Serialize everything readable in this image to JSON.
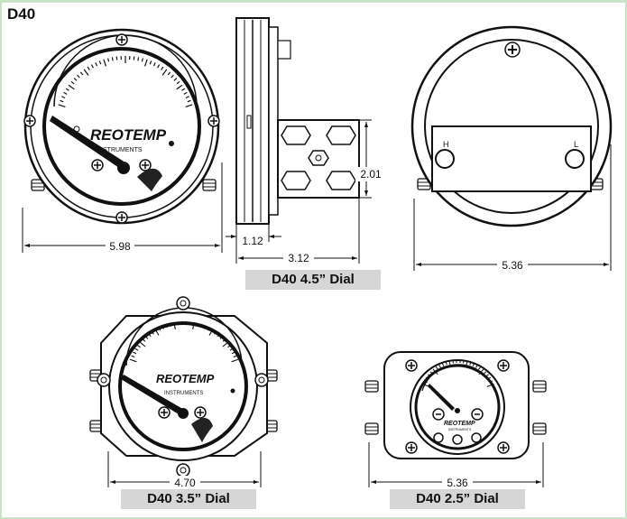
{
  "title": "D40",
  "brand": "REOTEMP",
  "brand_sub": "INSTRUMENTS",
  "port_high": "H",
  "port_low": "L",
  "captions": {
    "dial_45": "D40 4.5” Dial",
    "dial_35": "D40 3.5” Dial",
    "dial_25": "D40 2.5” Dial"
  },
  "dimensions": {
    "front_45_width": "5.98",
    "side_height": "2.01",
    "side_depth_short": "1.12",
    "side_depth_long": "3.12",
    "back_width": "5.36",
    "front_35_width": "4.70",
    "front_25_width": "5.36"
  }
}
